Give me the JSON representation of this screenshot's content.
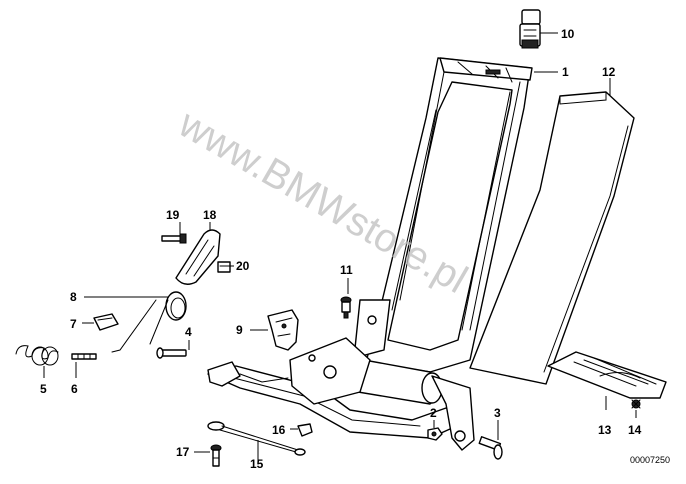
{
  "diagram": {
    "watermark": "www.BMWstore.pl",
    "reference_number": "00007250",
    "colors": {
      "lines": "#000000",
      "background": "#ffffff",
      "watermark": "#bdbdbd"
    },
    "part_numbers": {
      "p1": "1",
      "p2": "2",
      "p3": "3",
      "p4": "4",
      "p5": "5",
      "p6": "6",
      "p7": "7",
      "p8": "8",
      "p9": "9",
      "p10": "10",
      "p11": "11",
      "p12": "12",
      "p13": "13",
      "p14": "14",
      "p15": "15",
      "p16": "16",
      "p17": "17",
      "p18": "18",
      "p19": "19",
      "p20": "20"
    }
  }
}
